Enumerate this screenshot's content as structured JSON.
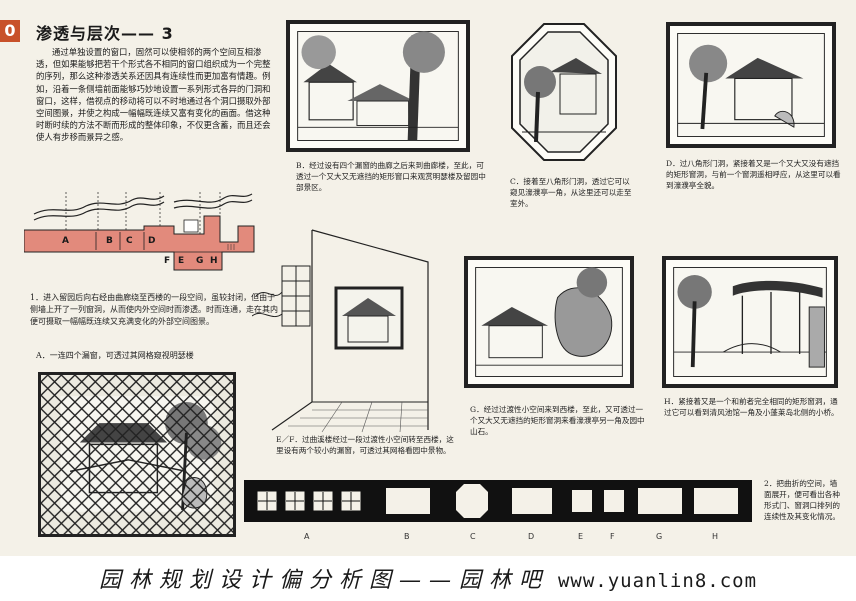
{
  "header": {
    "tab_label": "0",
    "title": "渗透与层次—— 3"
  },
  "intro_text": "通过单独设置的窗口，固然可以使相邻的两个空间互相渗透，但如果能够把若干个形式各不相同的窗口组织成为一个完整的序列，那么这种渗透关系还因具有连续性而更加富有情趣。例如，沿着一条侧墙前面能够巧妙地设置一系列形式各异的门洞和窗口，这样，借视点的移动将可以不时地通过各个洞口摄取外部空间图景，并使之构成一幅幅既连续又富有变化的画面。借这种时断时续的方法不断而形成的整体印象，不仅更含蓄，而且还会使人有步移而景异之感。",
  "plan": {
    "caption": "1．进入留园后向右经由曲廊绕至西楼的一段空间，虽较封闭，但由于侧墙上开了一列窗洞，从而使内外空间时而渗透。时而连通，走在其内便可摄取一幅幅既连续又充满变化的外部空间图景。",
    "letters": [
      "A",
      "B",
      "C",
      "D",
      "E",
      "F",
      "G",
      "H"
    ]
  },
  "captions": {
    "A": "A．一连四个漏窗，可透过其网格窥视明瑟楼",
    "B": "B．经过设有四个漏窗的曲廊之后来到曲廊楼，至此，可透过一个又大又无遮挡的矩形窗口来观赏明瑟楼及留园中部景区。",
    "C": "C．接着至八角形门洞，透过它可以窥见濠濮亭一角，从这里还可以走至室外。",
    "D": "D．过八角形门洞，紧接着又是一个又大又没有遮挡的矩形窗洞，与前一个窗洞遥相呼应，从这里可以看到濠濮亭全貌。",
    "EF": "E／F．过曲溪楼经过一段过渡性小空间转至西楼，这里设有两个较小的漏窗，可透过其网格看园中景物。",
    "G": "G．经过过渡性小空间来到西楼，至此，又可透过一个又大又无遮挡的矩形窗洞来看濠濮亭另一角及园中山石。",
    "H": "H．紧接着又是一个和前者完全相同的矩形窗洞，通过它可以看到清风池馆一角及小蓬莱岛北侧的小桥。",
    "elevation": "2．把曲折的空间，墙面展开，便可看出各种形式门、窗洞口排列的连续性及其变化情况。"
  },
  "elevation": {
    "letters": [
      "A",
      "B",
      "C",
      "D",
      "E",
      "F",
      "G",
      "H"
    ]
  },
  "banner": {
    "chinese": "园林规划设计偏分析图——园林吧",
    "url": "www.yuanlin8.com"
  },
  "colors": {
    "plan_fill": "#e28a7c",
    "tab": "#c8512a",
    "ink": "#1a1a1a",
    "paper": "#f4f1e8"
  }
}
